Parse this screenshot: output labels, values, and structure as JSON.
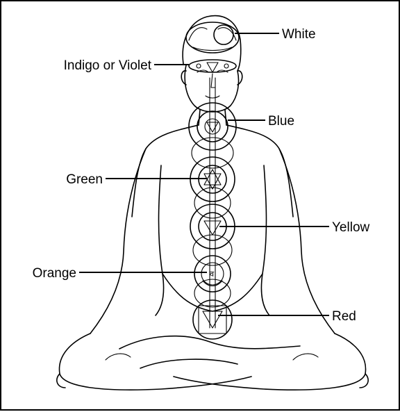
{
  "labels": {
    "white": "White",
    "indigo": "Indigo or Violet",
    "blue": "Blue",
    "green": "Green",
    "yellow": "Yellow",
    "orange": "Orange",
    "red": "Red"
  }
}
